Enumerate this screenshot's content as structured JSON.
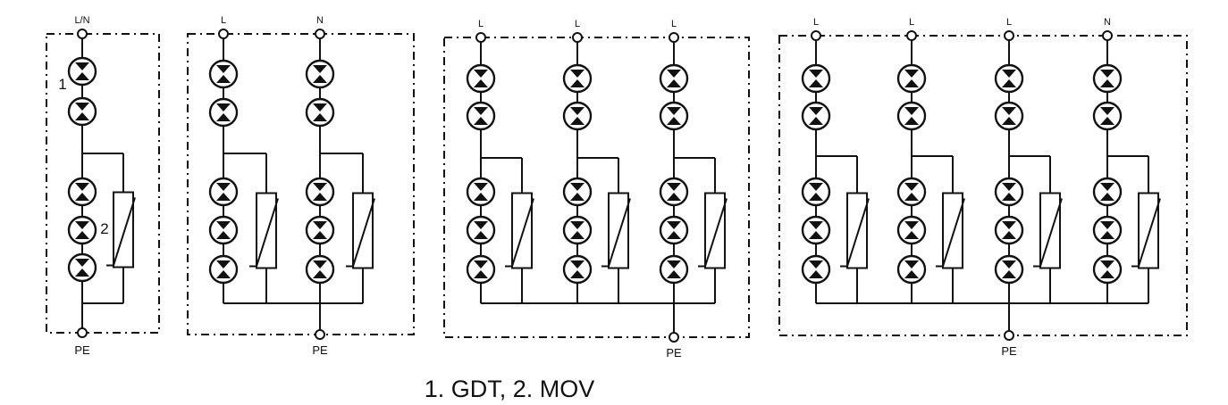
{
  "caption": "1. GDT, 2. MOV",
  "legend_markers": {
    "gdt": "1",
    "mov": "2"
  },
  "modules": [
    {
      "poles": [
        "L/N"
      ],
      "ground": "PE"
    },
    {
      "poles": [
        "L",
        "N"
      ],
      "ground": "PE"
    },
    {
      "poles": [
        "L",
        "L",
        "L"
      ],
      "ground": "PE"
    },
    {
      "poles": [
        "L",
        "L",
        "L",
        "N"
      ],
      "ground": "PE"
    }
  ],
  "colors": {
    "line": "#111111",
    "background": "#ffffff"
  }
}
